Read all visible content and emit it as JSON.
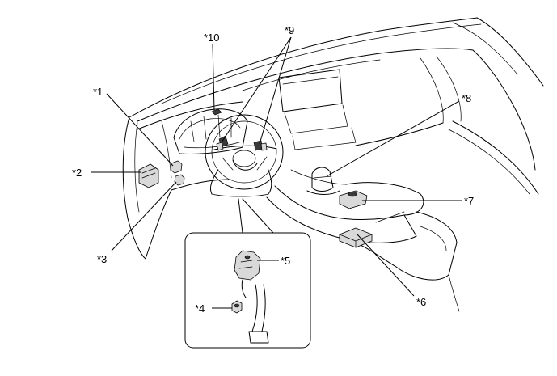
{
  "callouts": {
    "c1": "*1",
    "c2": "*2",
    "c3": "*3",
    "c4": "*4",
    "c5": "*5",
    "c6": "*6",
    "c7": "*7",
    "c8": "*8",
    "c9": "*9",
    "c10": "*10"
  }
}
